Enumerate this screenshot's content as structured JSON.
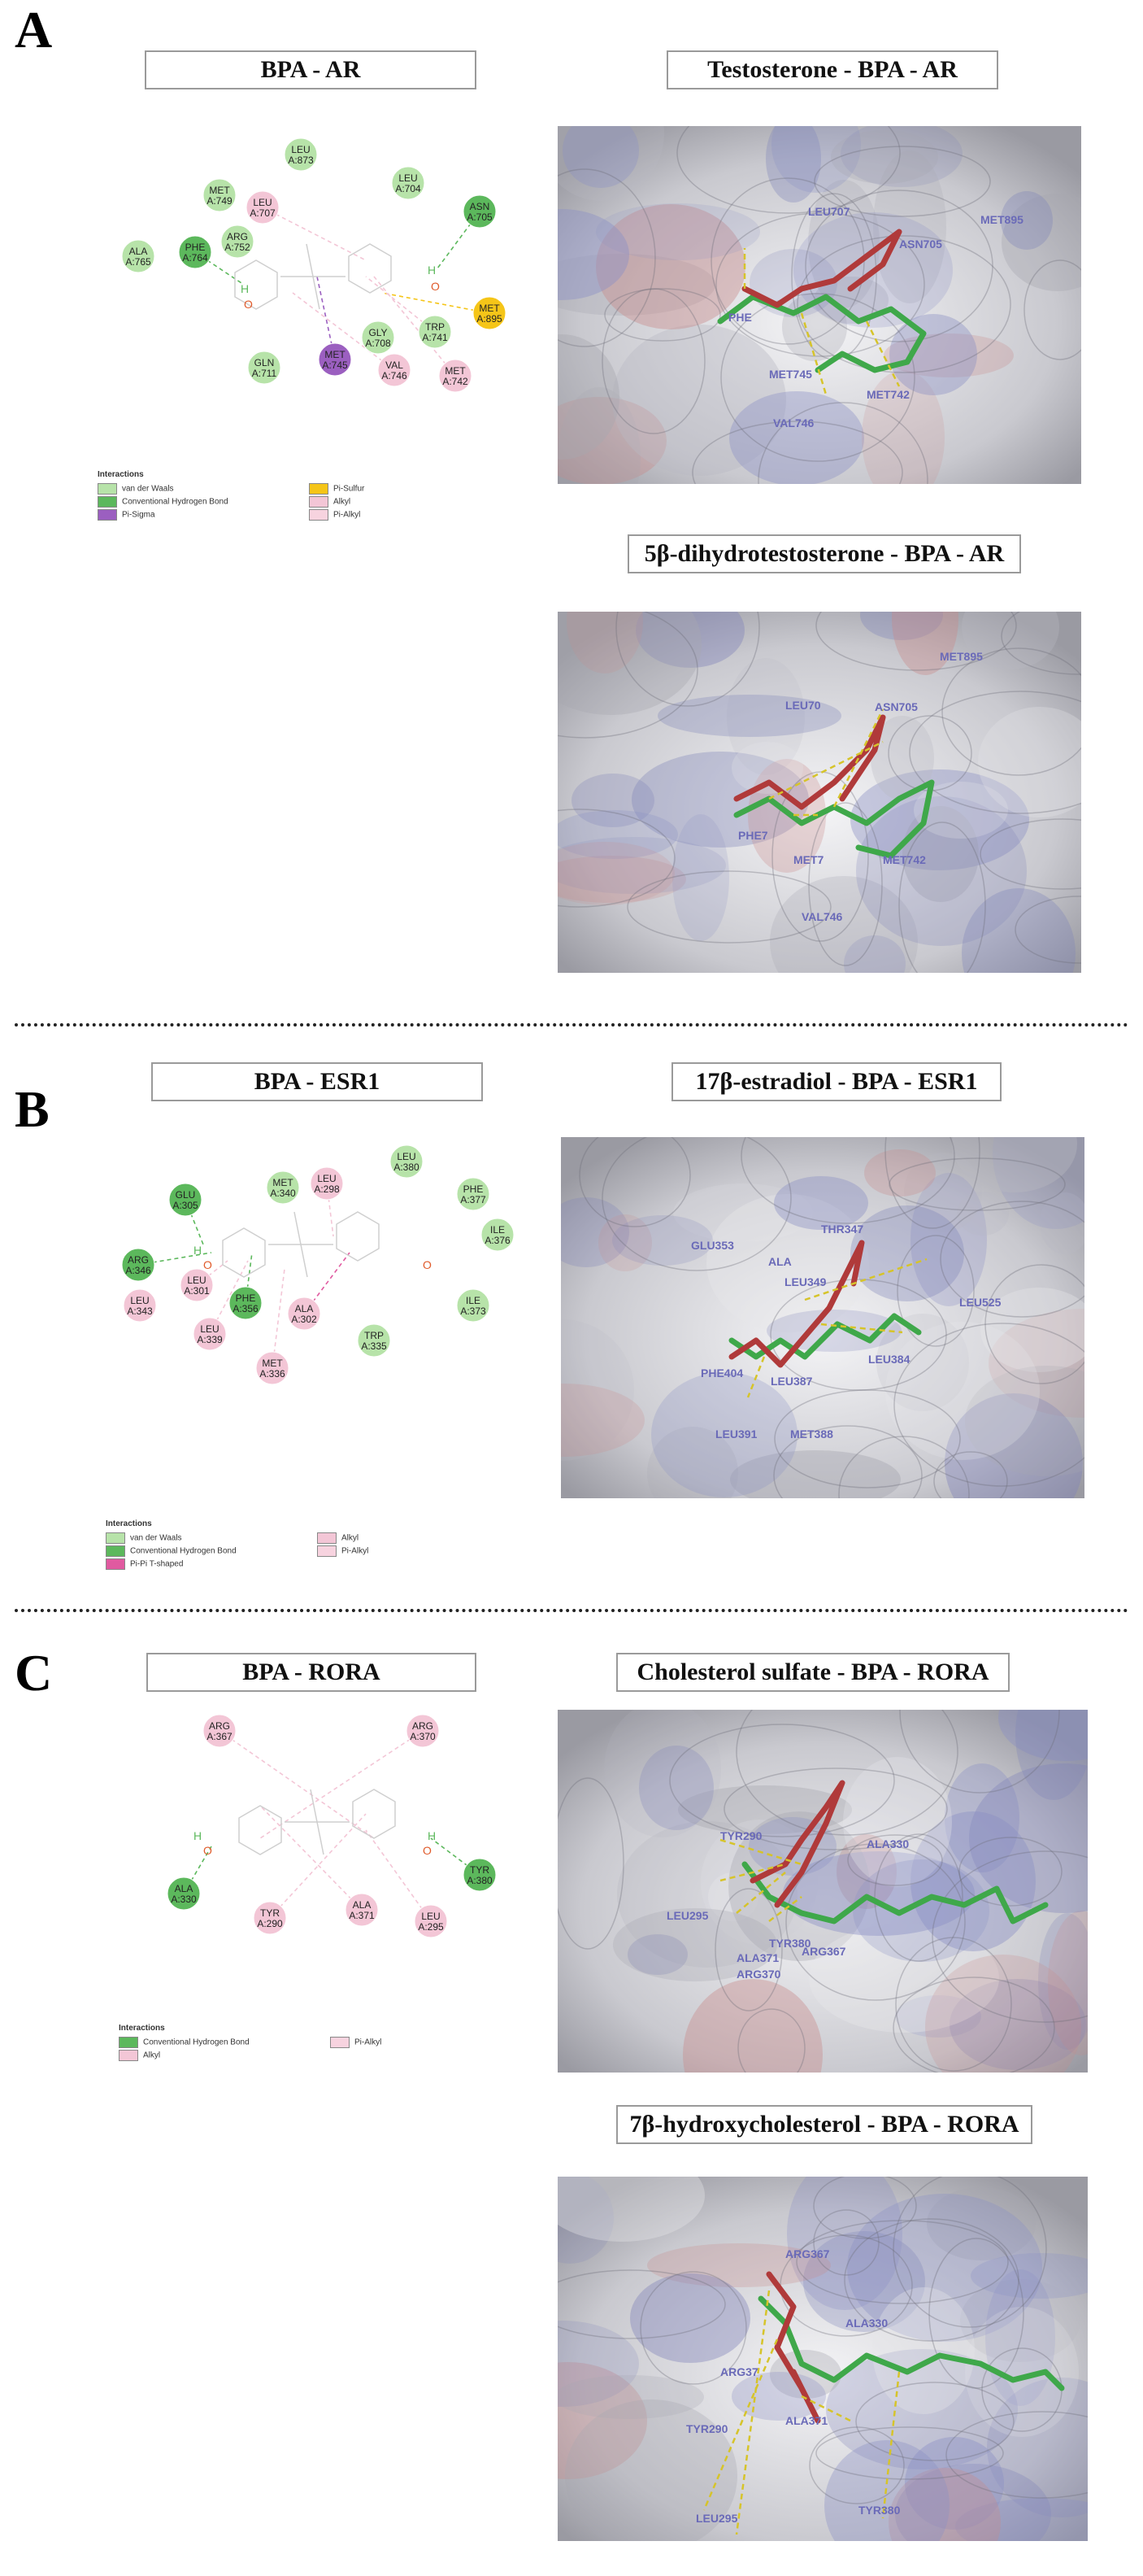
{
  "panels": {
    "A": {
      "letter": "A",
      "diagram_title": "BPA - AR",
      "render1_title": "Testosterone - BPA - AR",
      "render2_title": "5β-dihydrotestosterone - BPA - AR",
      "residues": [
        {
          "name": "LEU",
          "num": "A:873",
          "type": "vdw"
        },
        {
          "name": "MET",
          "num": "A:749",
          "type": "vdw"
        },
        {
          "name": "LEU",
          "num": "A:707",
          "type": "alkyl"
        },
        {
          "name": "LEU",
          "num": "A:704",
          "type": "vdw"
        },
        {
          "name": "ASN",
          "num": "A:705",
          "type": "hbond"
        },
        {
          "name": "ALA",
          "num": "A:765",
          "type": "vdw"
        },
        {
          "name": "PHE",
          "num": "A:764",
          "type": "hbond"
        },
        {
          "name": "ARG",
          "num": "A:752",
          "type": "vdw"
        },
        {
          "name": "MET",
          "num": "A:895",
          "type": "sulfur"
        },
        {
          "name": "GLY",
          "num": "A:708",
          "type": "vdw"
        },
        {
          "name": "TRP",
          "num": "A:741",
          "type": "vdw"
        },
        {
          "name": "GLN",
          "num": "A:711",
          "type": "vdw"
        },
        {
          "name": "MET",
          "num": "A:745",
          "type": "sigma"
        },
        {
          "name": "VAL",
          "num": "A:746",
          "type": "alkyl"
        },
        {
          "name": "MET",
          "num": "A:742",
          "type": "alkyl"
        }
      ],
      "legend": {
        "header": "Interactions",
        "items": [
          {
            "label": "van der Waals",
            "color": "#b7e3a9"
          },
          {
            "label": "Conventional Hydrogen Bond",
            "color": "#5cb85c"
          },
          {
            "label": "Pi-Sigma",
            "color": "#9b5fc0"
          },
          {
            "label": "Pi-Sulfur",
            "color": "#f5c518"
          },
          {
            "label": "Alkyl",
            "color": "#f3c6d6"
          },
          {
            "label": "Pi-Alkyl",
            "color": "#f7d3df"
          }
        ]
      },
      "render1_labels": [
        "LEU707",
        "ASN705",
        "MET895",
        "PHE",
        "MET745",
        "MET742",
        "VAL746"
      ],
      "render2_labels": [
        "MET895",
        "LEU70",
        "ASN705",
        "PHE7",
        "MET7",
        "MET742",
        "VAL746"
      ]
    },
    "B": {
      "letter": "B",
      "diagram_title": "BPA - ESR1",
      "render1_title": "17β-estradiol - BPA - ESR1",
      "residues": [
        {
          "name": "LEU",
          "num": "A:380",
          "type": "vdw"
        },
        {
          "name": "MET",
          "num": "A:340",
          "type": "vdw"
        },
        {
          "name": "LEU",
          "num": "A:298",
          "type": "alkyl"
        },
        {
          "name": "GLU",
          "num": "A:305",
          "type": "hbond"
        },
        {
          "name": "PHE",
          "num": "A:377",
          "type": "vdw"
        },
        {
          "name": "ILE",
          "num": "A:376",
          "type": "vdw"
        },
        {
          "name": "ARG",
          "num": "A:346",
          "type": "hbond"
        },
        {
          "name": "LEU",
          "num": "A:301",
          "type": "alkyl"
        },
        {
          "name": "LEU",
          "num": "A:343",
          "type": "alkyl"
        },
        {
          "name": "PHE",
          "num": "A:356",
          "type": "hbond"
        },
        {
          "name": "ALA",
          "num": "A:302",
          "type": "alkyl"
        },
        {
          "name": "ILE",
          "num": "A:373",
          "type": "vdw"
        },
        {
          "name": "LEU",
          "num": "A:339",
          "type": "alkyl"
        },
        {
          "name": "TRP",
          "num": "A:335",
          "type": "vdw"
        },
        {
          "name": "MET",
          "num": "A:336",
          "type": "alkyl"
        }
      ],
      "legend": {
        "header": "Interactions",
        "items": [
          {
            "label": "van der Waals",
            "color": "#b7e3a9"
          },
          {
            "label": "Conventional Hydrogen Bond",
            "color": "#5cb85c"
          },
          {
            "label": "Pi-Pi T-shaped",
            "color": "#e05aa0"
          },
          {
            "label": "Alkyl",
            "color": "#f3c6d6"
          },
          {
            "label": "Pi-Alkyl",
            "color": "#f7d3df"
          }
        ]
      },
      "render1_labels": [
        "GLU353",
        "ALA",
        "THR347",
        "LEU349",
        "LEU525",
        "PHE404",
        "LEU387",
        "LEU384",
        "LEU391",
        "MET388"
      ]
    },
    "C": {
      "letter": "C",
      "diagram_title": "BPA - RORA",
      "render1_title": "Cholesterol sulfate - BPA - RORA",
      "render2_title": "7β-hydroxycholesterol - BPA - RORA",
      "residues": [
        {
          "name": "ARG",
          "num": "A:367",
          "type": "alkyl"
        },
        {
          "name": "ARG",
          "num": "A:370",
          "type": "alkyl"
        },
        {
          "name": "ALA",
          "num": "A:330",
          "type": "hbond"
        },
        {
          "name": "TYR",
          "num": "A:380",
          "type": "hbond"
        },
        {
          "name": "TYR",
          "num": "A:290",
          "type": "alkyl"
        },
        {
          "name": "ALA",
          "num": "A:371",
          "type": "alkyl"
        },
        {
          "name": "LEU",
          "num": "A:295",
          "type": "alkyl"
        }
      ],
      "legend": {
        "header": "Interactions",
        "items": [
          {
            "label": "Conventional Hydrogen Bond",
            "color": "#5cb85c"
          },
          {
            "label": "Alkyl",
            "color": "#f3c6d6"
          },
          {
            "label": "Pi-Alkyl",
            "color": "#f7d3df"
          }
        ]
      },
      "render1_labels": [
        "TYR290",
        "ALA330",
        "LEU295",
        "TYR380",
        "ARG367",
        "ALA371",
        "ARG370"
      ],
      "render2_labels": [
        "ARG367",
        "ALA330",
        "ARG37",
        "TYR290",
        "ALA371",
        "LEU295",
        "TYR380"
      ]
    }
  },
  "colors": {
    "vdw": "#b7e3a9",
    "hbond": "#5cb85c",
    "sigma": "#9b5fc0",
    "sulfur": "#f5c518",
    "alkyl": "#f3c6d6",
    "pialkyl": "#f7d3df",
    "pipi": "#e05aa0",
    "ligand_red": "#b03a3a",
    "ligand_green": "#3fa84a",
    "label_blue": "#6a6ab8"
  }
}
